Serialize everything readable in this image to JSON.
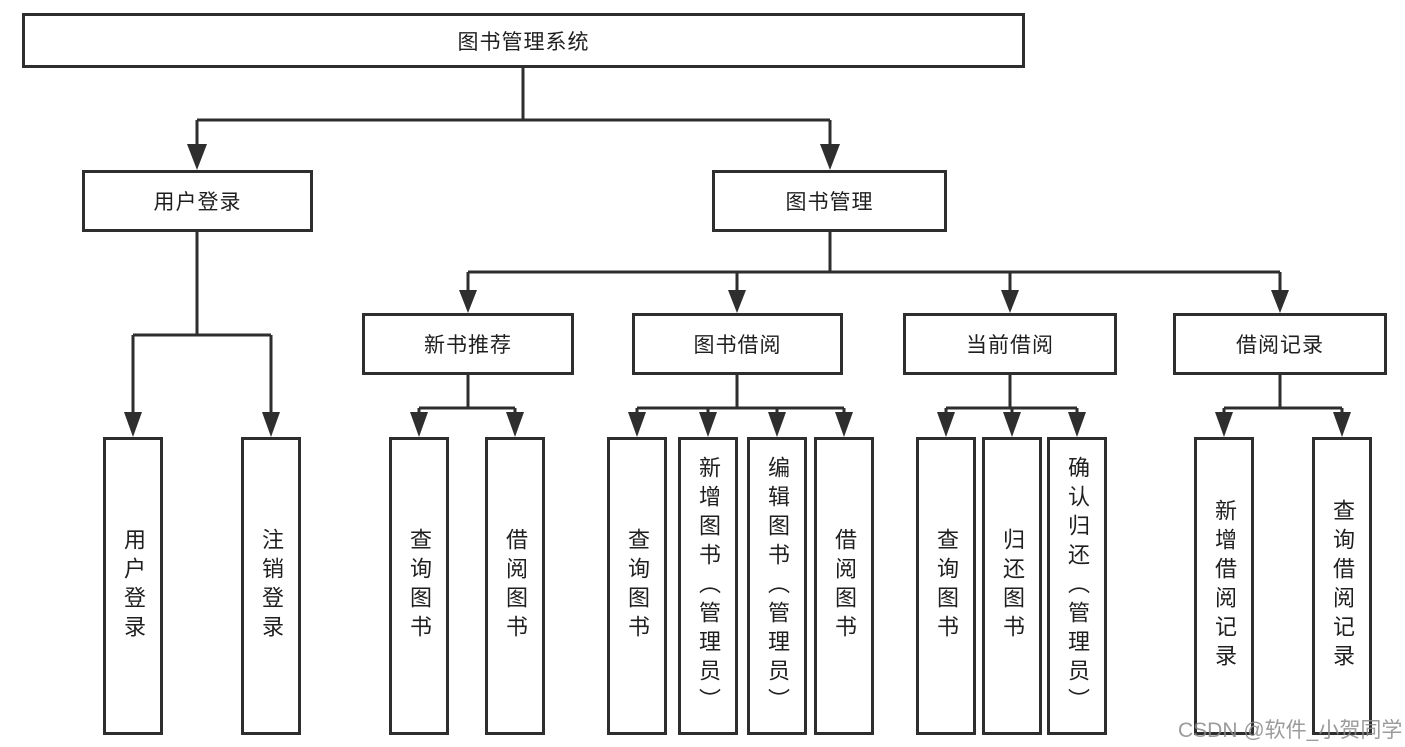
{
  "diagram": {
    "title": "图书管理系统",
    "root": {
      "label": "图书管理系统"
    },
    "level2": [
      {
        "label": "用户登录"
      },
      {
        "label": "图书管理"
      }
    ],
    "level3": [
      {
        "label": "新书推荐"
      },
      {
        "label": "图书借阅"
      },
      {
        "label": "当前借阅"
      },
      {
        "label": "借阅记录"
      }
    ],
    "leaves": {
      "user_login": [
        {
          "label": "用户登录"
        },
        {
          "label": "注销登录"
        }
      ],
      "new_rec": [
        {
          "label": "查询图书"
        },
        {
          "label": "借阅图书"
        }
      ],
      "borrow": [
        {
          "label": "查询图书"
        },
        {
          "label": "新增图书（管理员）"
        },
        {
          "label": "编辑图书（管理员）"
        },
        {
          "label": "借阅图书"
        }
      ],
      "current": [
        {
          "label": "查询图书"
        },
        {
          "label": "归还图书"
        },
        {
          "label": "确认归还（管理员）"
        }
      ],
      "records": [
        {
          "label": "新增借阅记录"
        },
        {
          "label": "查询借阅记录"
        }
      ]
    }
  },
  "watermark": {
    "text": "CSDN @软件_小贺同学"
  },
  "colors": {
    "line": "#2e2e2e",
    "box_border": "#2e2e2e",
    "box_bg": "#ffffff",
    "text": "#1f1f1f",
    "background": "#ffffff",
    "watermark": "#8a8a8a"
  }
}
